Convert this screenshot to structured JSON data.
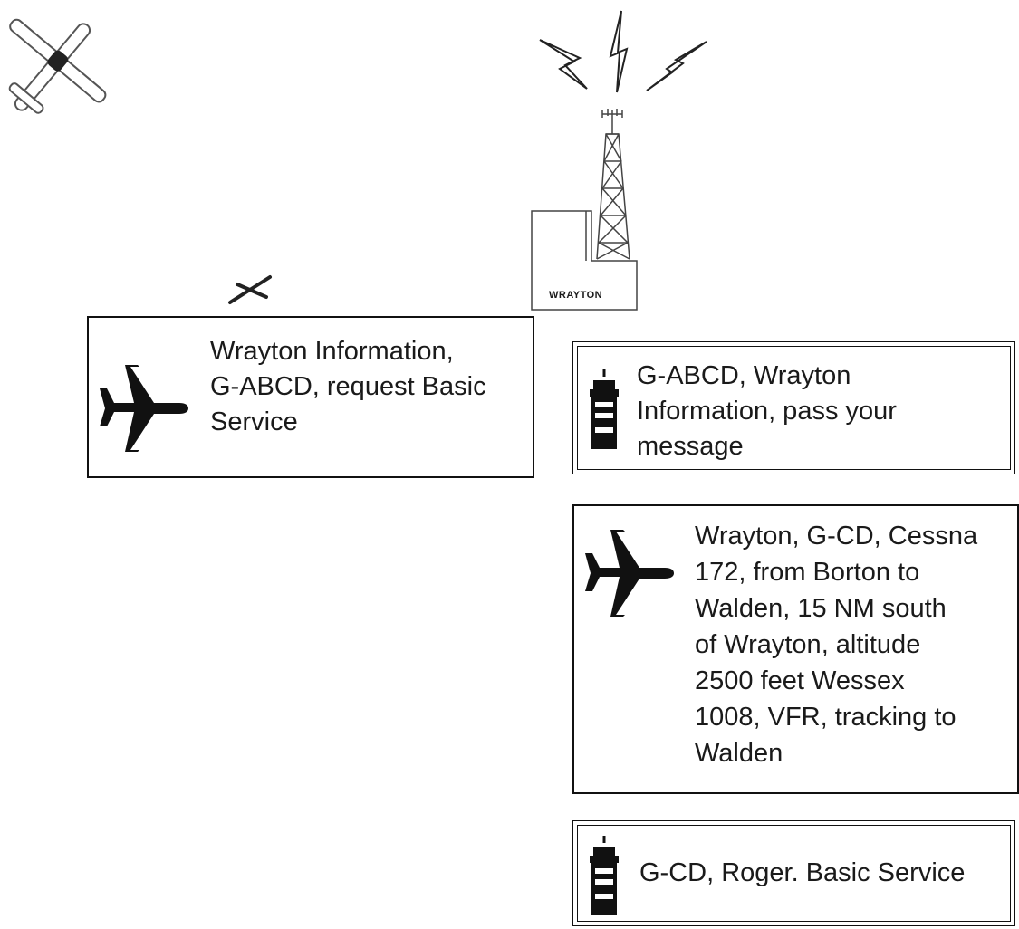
{
  "station": {
    "name": "WRAYTON"
  },
  "messages": [
    {
      "speaker": "aircraft",
      "icon": "airplane-icon",
      "lines": [
        "Wrayton Information,",
        "G-ABCD, request Basic",
        "Service"
      ]
    },
    {
      "speaker": "ground",
      "icon": "control-tower-icon",
      "lines": [
        "G-ABCD, Wrayton",
        "Information, pass your",
        "message"
      ]
    },
    {
      "speaker": "aircraft",
      "icon": "airplane-icon",
      "lines": [
        "Wrayton, G-CD, Cessna",
        "172, from Borton to",
        "Walden, 15 NM south",
        "of Wrayton, altitude",
        "2500 feet Wessex",
        "1008, VFR, tracking to",
        "Walden"
      ]
    },
    {
      "speaker": "ground",
      "icon": "control-tower-icon",
      "lines": [
        "G-CD, Roger. Basic Service"
      ]
    }
  ],
  "icons": [
    "light-aircraft-icon",
    "distant-aircraft-icon",
    "radio-signal-icon",
    "radio-tower-icon"
  ]
}
